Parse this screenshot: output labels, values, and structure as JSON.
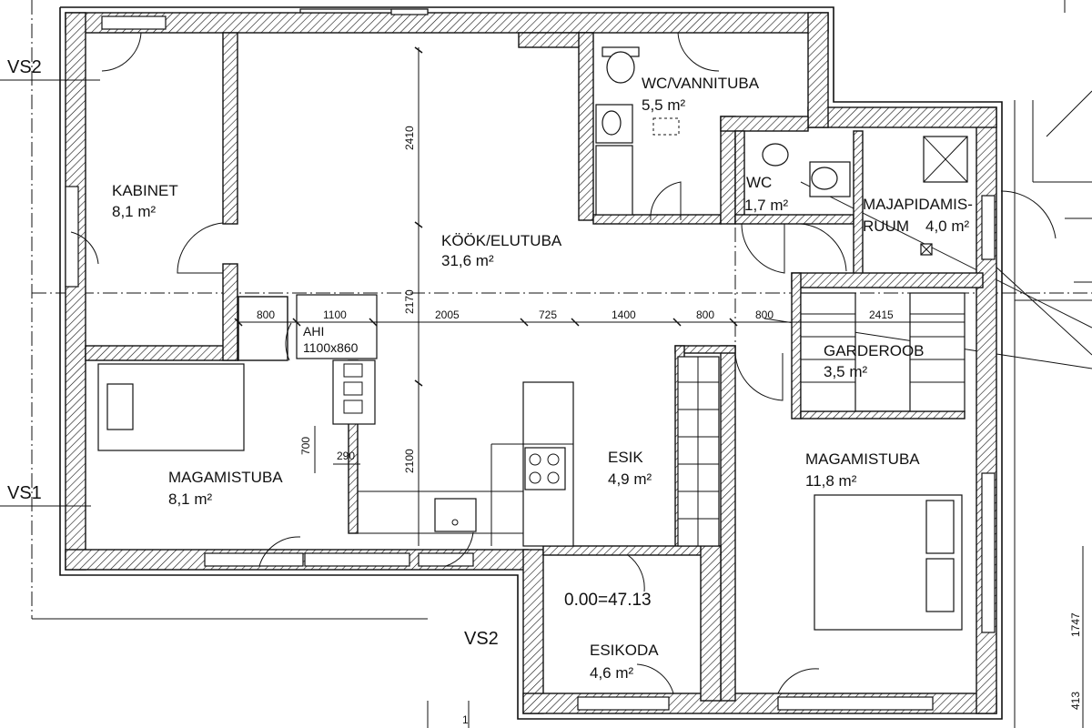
{
  "rooms": {
    "kabinet": {
      "name": "KABINET",
      "area": "8,1 m²"
    },
    "kook": {
      "name": "KÖÖK/ELUTUBA",
      "area": "31,6 m²"
    },
    "wc_vannituba": {
      "name": "WC/VANNITUBA",
      "area": "5,5 m²"
    },
    "wc": {
      "name": "WC",
      "area": "1,7 m²"
    },
    "majapidamis": {
      "name_line1": "MAJAPIDAMIS-",
      "name_line2": "RUUM",
      "area": "4,0 m²"
    },
    "garderoob": {
      "name": "GARDEROOB",
      "area": "3,5 m²"
    },
    "ahi": {
      "name": "AHI",
      "size": "1100x860"
    },
    "magamistuba_left": {
      "name": "MAGAMISTUBA",
      "area": "8,1 m²"
    },
    "esik": {
      "name": "ESIK",
      "area": "4,9 m²"
    },
    "magamistuba_right": {
      "name": "MAGAMISTUBA",
      "area": "11,8 m²"
    },
    "esikoda": {
      "name": "ESIKODA",
      "area": "4,6 m²"
    }
  },
  "elevation": "0.00=47.13",
  "sections": {
    "vs2_top": "VS2",
    "vs1": "VS1",
    "vs2_bottom": "VS2"
  },
  "dimensions": {
    "d800a": "800",
    "d1100": "1100",
    "d2170": "2170",
    "d2005": "2005",
    "d725": "725",
    "d1400": "1400",
    "d800b": "800",
    "d800c": "800",
    "d2415": "2415",
    "d2410": "2410",
    "d2100": "2100",
    "d700": "700",
    "d290": "290",
    "d1747": "1747",
    "d413": "413",
    "d1": "1"
  }
}
